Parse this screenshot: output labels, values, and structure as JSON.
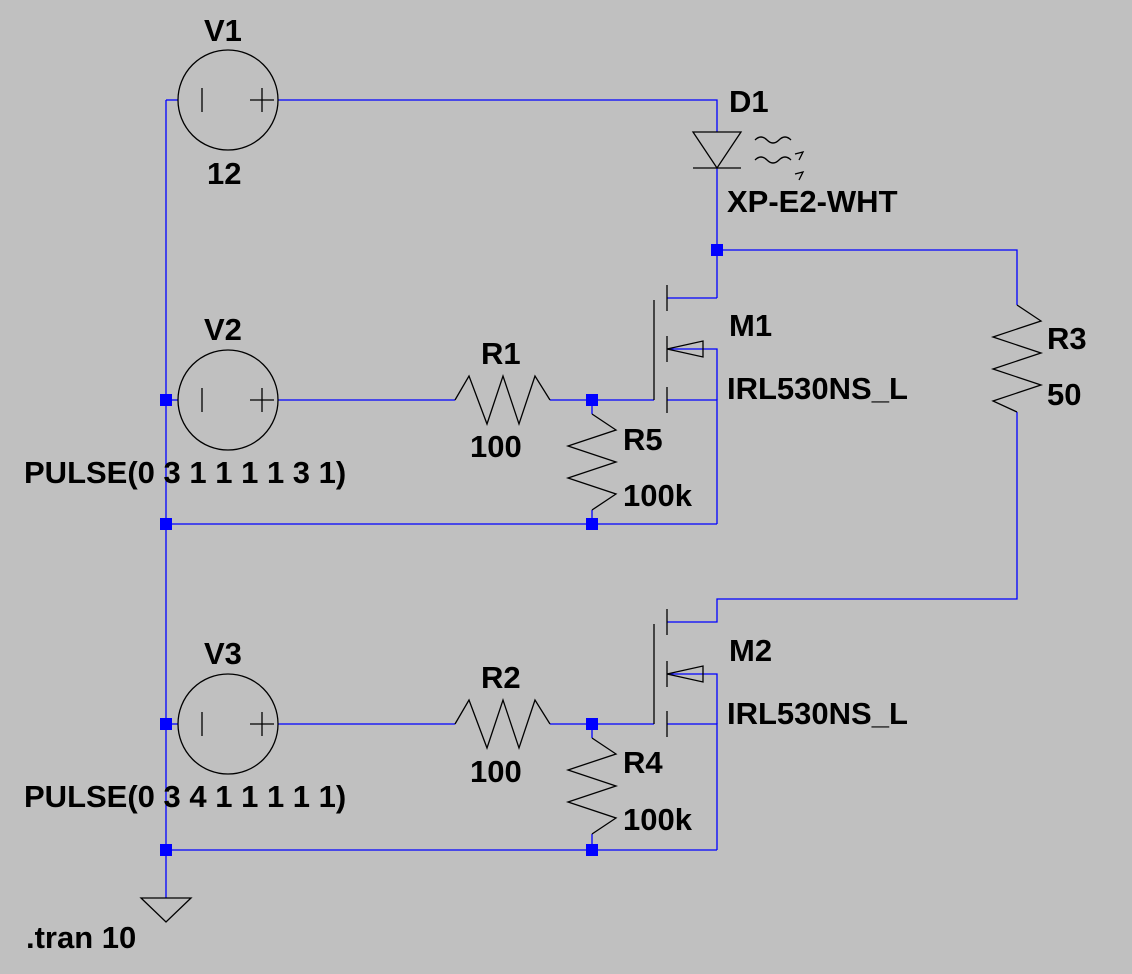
{
  "components": {
    "V1": {
      "ref": "V1",
      "value": "12"
    },
    "V2": {
      "ref": "V2",
      "value": "PULSE(0 3 1 1 1 1 3 1)"
    },
    "V3": {
      "ref": "V3",
      "value": "PULSE(0 3 4 1 1 1 1 1)"
    },
    "D1": {
      "ref": "D1",
      "value": "XP-E2-WHT"
    },
    "M1": {
      "ref": "M1",
      "value": "IRL530NS_L"
    },
    "M2": {
      "ref": "M2",
      "value": "IRL530NS_L"
    },
    "R1": {
      "ref": "R1",
      "value": "100"
    },
    "R2": {
      "ref": "R2",
      "value": "100"
    },
    "R3": {
      "ref": "R3",
      "value": "50"
    },
    "R4": {
      "ref": "R4",
      "value": "100k"
    },
    "R5": {
      "ref": "R5",
      "value": "100k"
    }
  },
  "directive": ".tran 10",
  "colors": {
    "background": "#c0c0c0",
    "wire": "#0000ff",
    "symbol": "#000000",
    "text": "#000000"
  }
}
